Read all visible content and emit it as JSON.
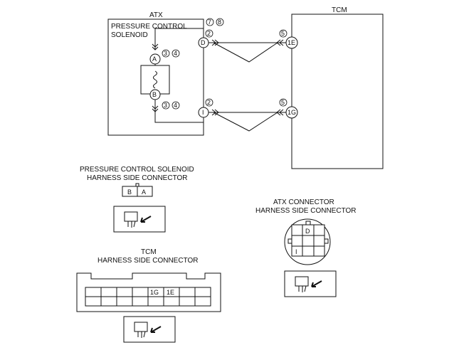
{
  "atx": {
    "label": "ATX"
  },
  "tcm": {
    "label": "TCM"
  },
  "solenoid": {
    "line1": "PRESSURE CONTROL",
    "line2": "SOLENOID"
  },
  "terminals": {
    "atx_d": "D",
    "atx_i": "I",
    "tcm_1e": "1E",
    "tcm_1g": "1G",
    "coil_a": "A",
    "coil_b": "B"
  },
  "notes": {
    "top_left": [
      "7",
      "8"
    ],
    "d_pin": "2",
    "i_pin": "2",
    "coil_a": [
      "3",
      "4"
    ],
    "coil_b": [
      "3",
      "4"
    ],
    "tcm_1e": "5",
    "tcm_1g": "5"
  },
  "pcs_connector": {
    "title1": "PRESSURE CONTROL SOLENOID",
    "title2": "HARNESS SIDE CONNECTOR",
    "cells": [
      "B",
      "A"
    ]
  },
  "atx_connector": {
    "title1": "ATX CONNECTOR",
    "title2": "HARNESS SIDE CONNECTOR",
    "cells": [
      "",
      "D",
      "",
      "",
      "",
      "",
      "I",
      "",
      ""
    ]
  },
  "tcm_connector": {
    "title1": "TCM",
    "title2": "HARNESS SIDE CONNECTOR",
    "row1": [
      "",
      "",
      "",
      "",
      "1G",
      "1E",
      "",
      ""
    ],
    "row2": [
      "",
      "",
      "",
      "",
      "",
      "",
      "",
      ""
    ]
  }
}
